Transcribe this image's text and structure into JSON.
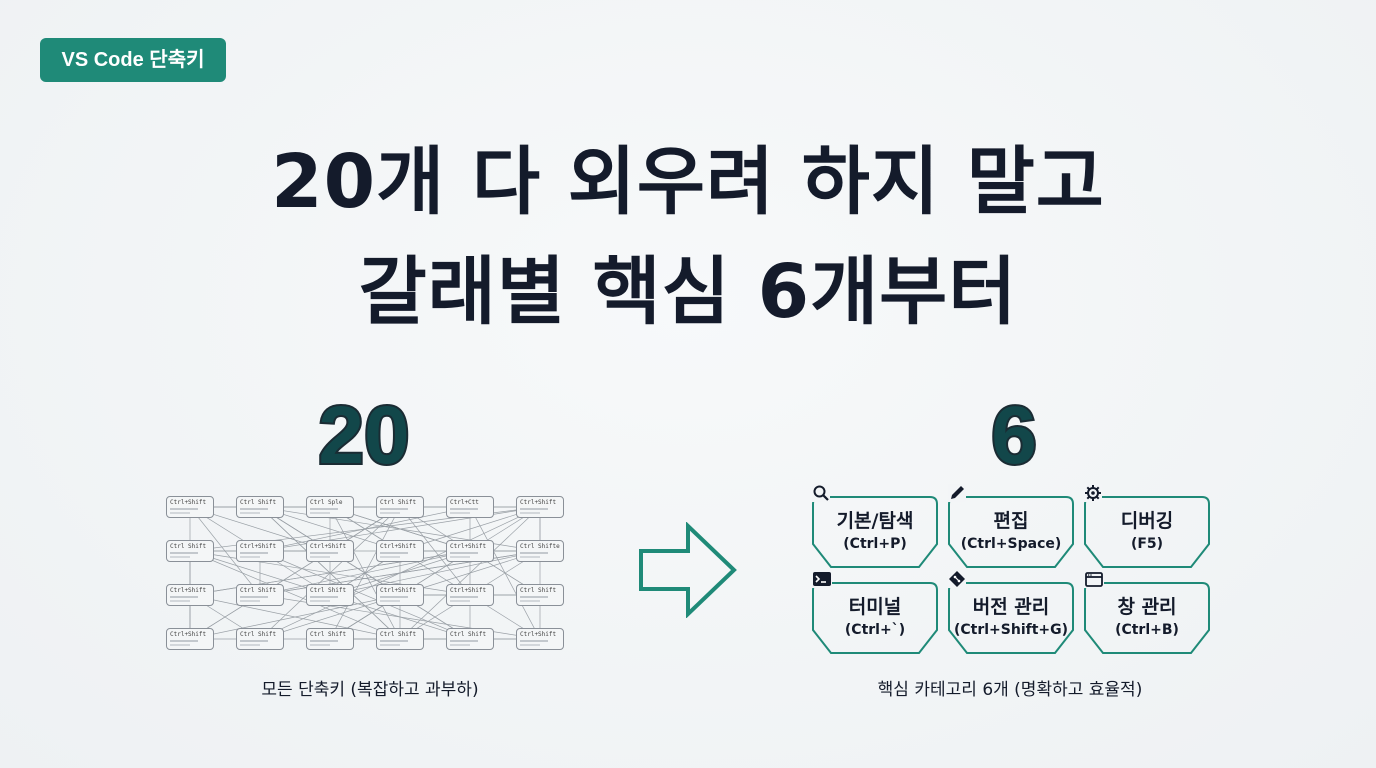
{
  "badge": {
    "label": "VS Code 단축키"
  },
  "headline": {
    "line1": "20개 다 외우려 하지 말고",
    "line2": "갈래별 핵심 6개부터"
  },
  "left": {
    "number": "20",
    "caption": "모든 단축키 (복잡하고 과부하)",
    "boxes": [
      "Ctrl+Shift",
      "Ctrl Shift",
      "Ctrl Sple",
      "Ctrl Shift",
      "Ctrl+Ctt",
      "Ctrl+Shift",
      "Ctrl Shift",
      "Ctrl+Shift",
      "Ctrl+Shift",
      "Ctrl+Shift",
      "Ctrl+Shift",
      "Ctrl Shifter",
      "Ctrl+Shift",
      "Ctrl Shift",
      "Ctrl Shift",
      "Ctrl+Shift",
      "Ctrl+Shift",
      "Ctrl Shift",
      "Ctrl+Shift",
      "Ctrl Shift",
      "Ctrl Shift",
      "Ctrl Shift",
      "Ctrl Shift",
      "Ctrl+Shift"
    ]
  },
  "arrow": {
    "icon": "right-arrow-outline-icon",
    "color": "#1f8a78"
  },
  "right": {
    "number": "6",
    "caption": "핵심 카테고리 6개 (명확하고 효율적)",
    "categories": [
      {
        "label": "기본/탐색",
        "keys": "(Ctrl+P)",
        "icon": "search-icon"
      },
      {
        "label": "편집",
        "keys": "(Ctrl+Space)",
        "icon": "pencil-icon"
      },
      {
        "label": "디버깅",
        "keys": "(F5)",
        "icon": "gear-icon"
      },
      {
        "label": "터미널",
        "keys": "(Ctrl+`)",
        "icon": "terminal-icon"
      },
      {
        "label": "버전 관리",
        "keys": "(Ctrl+Shift+G)",
        "icon": "git-icon"
      },
      {
        "label": "창 관리",
        "keys": "(Ctrl+B)",
        "icon": "window-icon"
      }
    ]
  },
  "colors": {
    "accent": "#1f8a78",
    "text": "#141b2b",
    "background": "#f3f5f7"
  }
}
